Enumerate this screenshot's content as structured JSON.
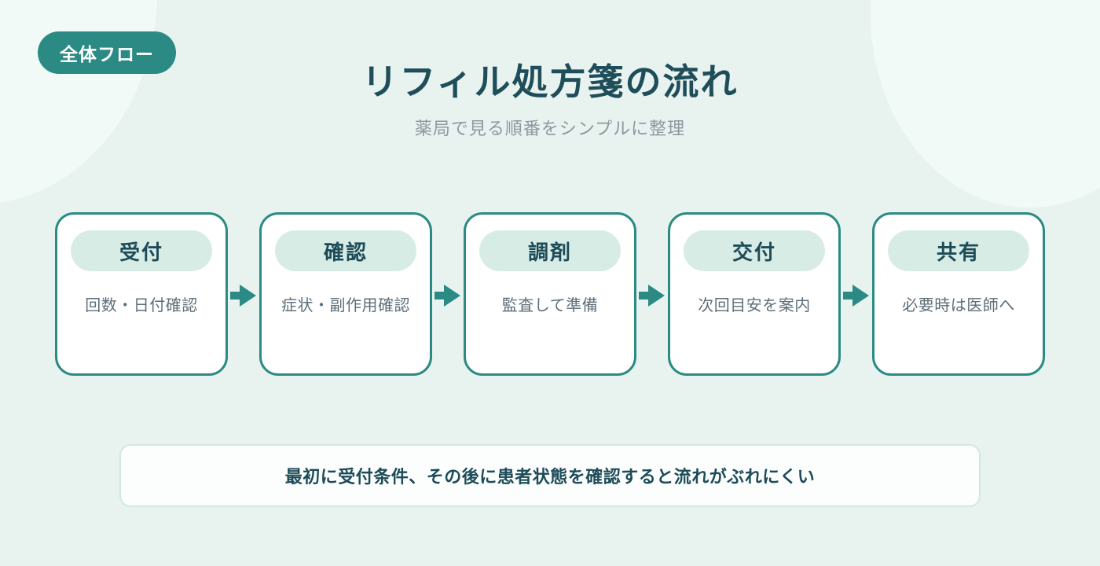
{
  "badge": {
    "label": "全体フロー"
  },
  "header": {
    "title": "リフィル処方箋の流れ",
    "subtitle": "薬局で見る順番をシンプルに整理"
  },
  "steps": [
    {
      "label": "受付",
      "description": "回数・日付確認"
    },
    {
      "label": "確認",
      "description": "症状・副作用確認"
    },
    {
      "label": "調剤",
      "description": "監査して準備"
    },
    {
      "label": "交付",
      "description": "次回目安を案内"
    },
    {
      "label": "共有",
      "description": "必要時は医師へ"
    }
  ],
  "note": {
    "text": "最初に受付条件、その後に患者状態を確認すると流れがぶれにくい"
  },
  "colors": {
    "accent_teal": "#2b8b84",
    "dark_text": "#1e4b58",
    "gray_text": "#5d6e79",
    "subtitle_gray": "#8c98a0",
    "pill_background": "#d8ece6",
    "page_background": "#e8f3f0",
    "circle_background": "#f2faf7",
    "note_background": "#fbfefd",
    "note_border": "#d0e8e1"
  }
}
